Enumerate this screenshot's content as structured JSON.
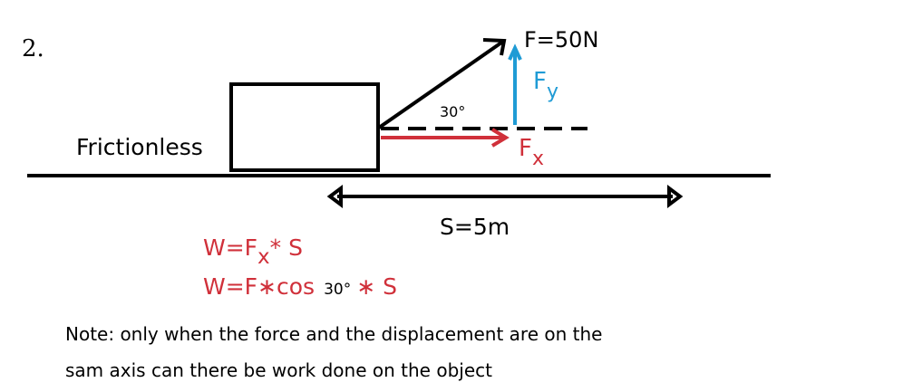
{
  "problem_number": "2.",
  "surface_label": "Frictionless",
  "force": {
    "label": "F=50N",
    "angle_label": "30°"
  },
  "components": {
    "fy": {
      "main": "F",
      "sub": "y"
    },
    "fx": {
      "main": "F",
      "sub": "x"
    }
  },
  "displacement_label": "S=5m",
  "equations": {
    "eq1": {
      "pre": "W=F",
      "sub": "x",
      "post": "* S"
    },
    "eq2": {
      "pre": "W=F∗cos",
      "angle": "30°",
      "post": "∗ S"
    }
  },
  "note": {
    "line1": "Note: only when the force and the displacement are on the",
    "line2": "sam axis can there be work done on the object"
  },
  "colors": {
    "red": "#d0303a",
    "blue": "#1f9bd5",
    "black": "#000000"
  }
}
